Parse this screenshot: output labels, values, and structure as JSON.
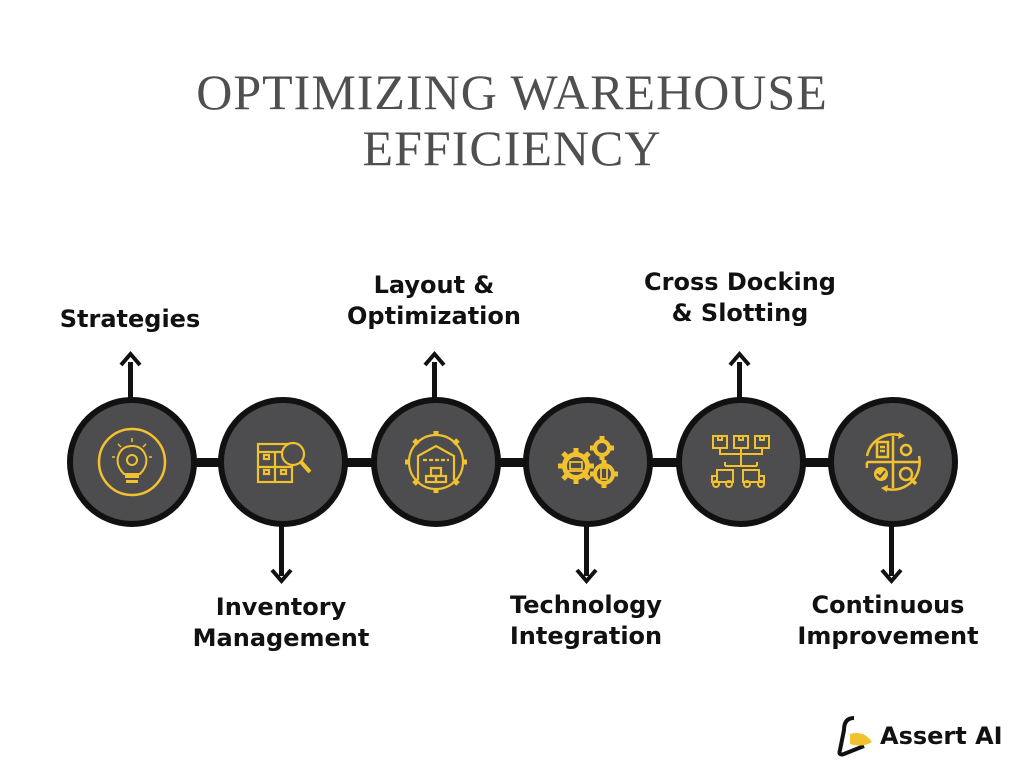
{
  "title": {
    "line1": "OPTIMIZING WAREHOUSE",
    "line2": "EFFICIENCY"
  },
  "colors": {
    "circle_fill": "#4d4d50",
    "icon": "#f2c12e",
    "line": "#111111",
    "title": "#4f4f4f"
  },
  "steps": [
    {
      "label_line1": "Strategies",
      "label_line2": "",
      "icon": "lightbulb-gear-icon",
      "direction": "up"
    },
    {
      "label_line1": "Inventory",
      "label_line2": "Management",
      "icon": "shelf-magnifier-icon",
      "direction": "down"
    },
    {
      "label_line1": "Layout &",
      "label_line2": "Optimization",
      "icon": "warehouse-gear-icon",
      "direction": "up"
    },
    {
      "label_line1": "Technology",
      "label_line2": "Integration",
      "icon": "gears-devices-icon",
      "direction": "down"
    },
    {
      "label_line1": "Cross Docking",
      "label_line2": "& Slotting",
      "icon": "boxes-trucks-icon",
      "direction": "up"
    },
    {
      "label_line1": "Continuous",
      "label_line2": "Improvement",
      "icon": "improvement-cycle-icon",
      "direction": "down"
    }
  ],
  "brand": {
    "name": "Assert AI"
  }
}
